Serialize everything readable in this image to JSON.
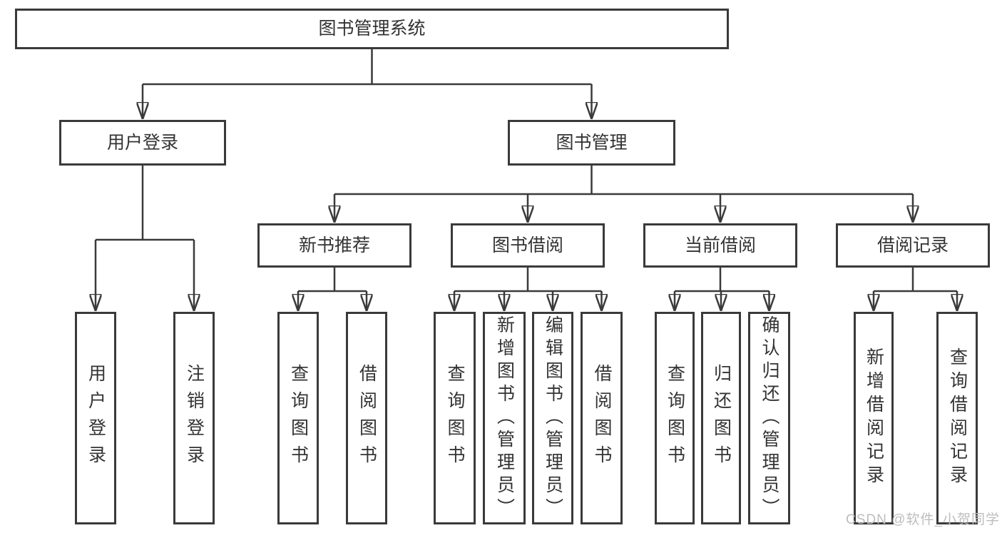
{
  "tree": {
    "label": "图书管理系统",
    "children": [
      {
        "label": "用户登录",
        "children": [
          {
            "label": "用户登录"
          },
          {
            "label": "注销登录"
          }
        ]
      },
      {
        "label": "图书管理",
        "children": [
          {
            "label": "新书推荐",
            "children": [
              {
                "label": "查询图书"
              },
              {
                "label": "借阅图书"
              }
            ]
          },
          {
            "label": "图书借阅",
            "children": [
              {
                "label": "查询图书"
              },
              {
                "label": "新增图书（管理员）"
              },
              {
                "label": "编辑图书（管理员）"
              },
              {
                "label": "借阅图书"
              }
            ]
          },
          {
            "label": "当前借阅",
            "children": [
              {
                "label": "查询图书"
              },
              {
                "label": "归还图书"
              },
              {
                "label": "确认归还（管理员）"
              }
            ]
          },
          {
            "label": "借阅记录",
            "children": [
              {
                "label": "新增借阅记录"
              },
              {
                "label": "查询借阅记录"
              }
            ]
          }
        ]
      }
    ]
  },
  "watermark": "CSDN @软件_小贺同学",
  "colors": {
    "line": "#3a3a3a",
    "text": "#333333",
    "watermark": "#bdbdbd",
    "background": "#ffffff"
  }
}
